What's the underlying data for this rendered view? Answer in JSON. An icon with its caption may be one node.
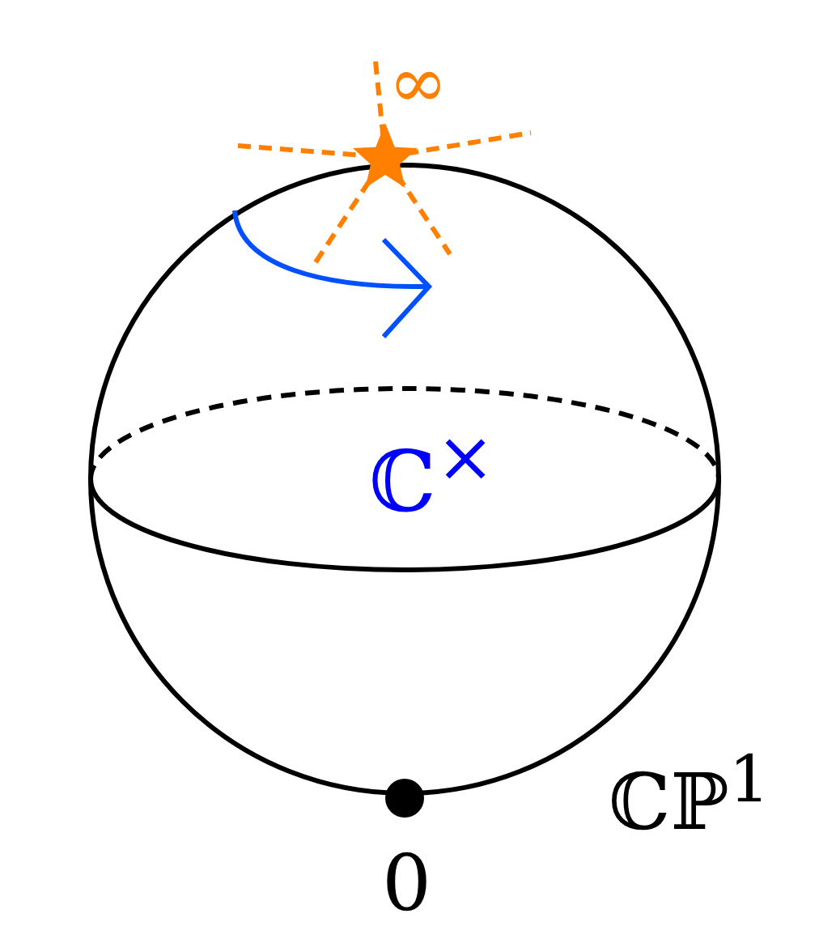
{
  "diagram": {
    "labels": [
      "∞",
      "ℂ$^{×}$",
      "ℂℙ$^{1}$",
      "0"
    ]
  }
}
